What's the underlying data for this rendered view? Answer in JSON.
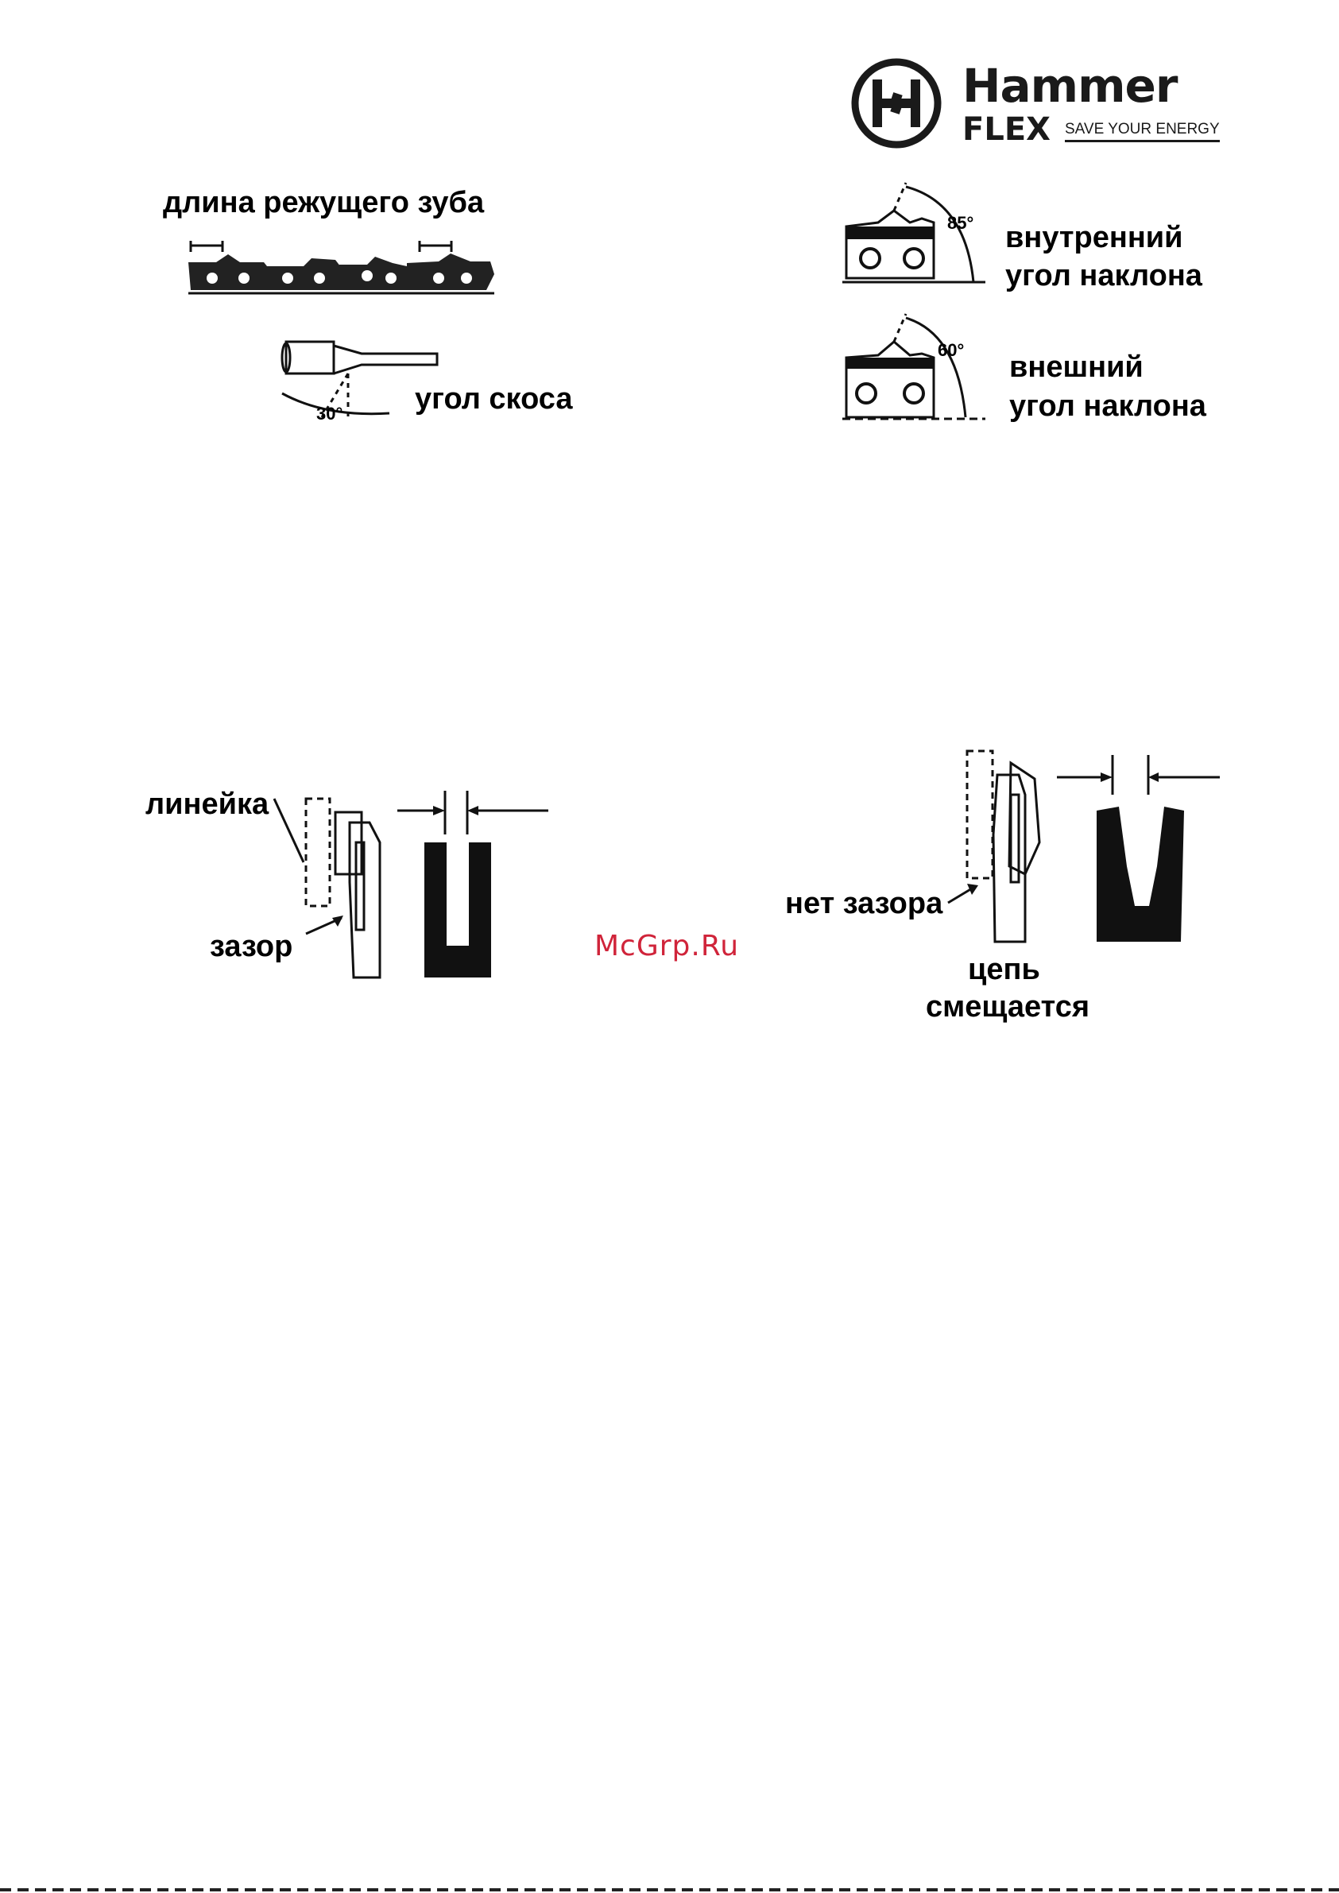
{
  "logo": {
    "brand": "Hammer",
    "sub": "FLEX",
    "tagline": "SAVE YOUR ENERGY"
  },
  "figure1": {
    "label_tooth_length": "длина режущего зуба",
    "label_bevel_angle": "угол скоса",
    "angle_value": "30°"
  },
  "figure2": {
    "label_inner_line1": "внутренний",
    "label_inner_line2": "угол наклона",
    "inner_angle": "85°",
    "label_outer_line1": "внешний",
    "label_outer_line2": "угол наклона",
    "outer_angle": "60°"
  },
  "figure3": {
    "label_ruler": "линейка",
    "label_gap": "зазор"
  },
  "figure4": {
    "label_no_gap": "нет зазора",
    "label_chain_line1": "цепь",
    "label_chain_line2": "смещается"
  },
  "watermark": "McGrp.Ru"
}
